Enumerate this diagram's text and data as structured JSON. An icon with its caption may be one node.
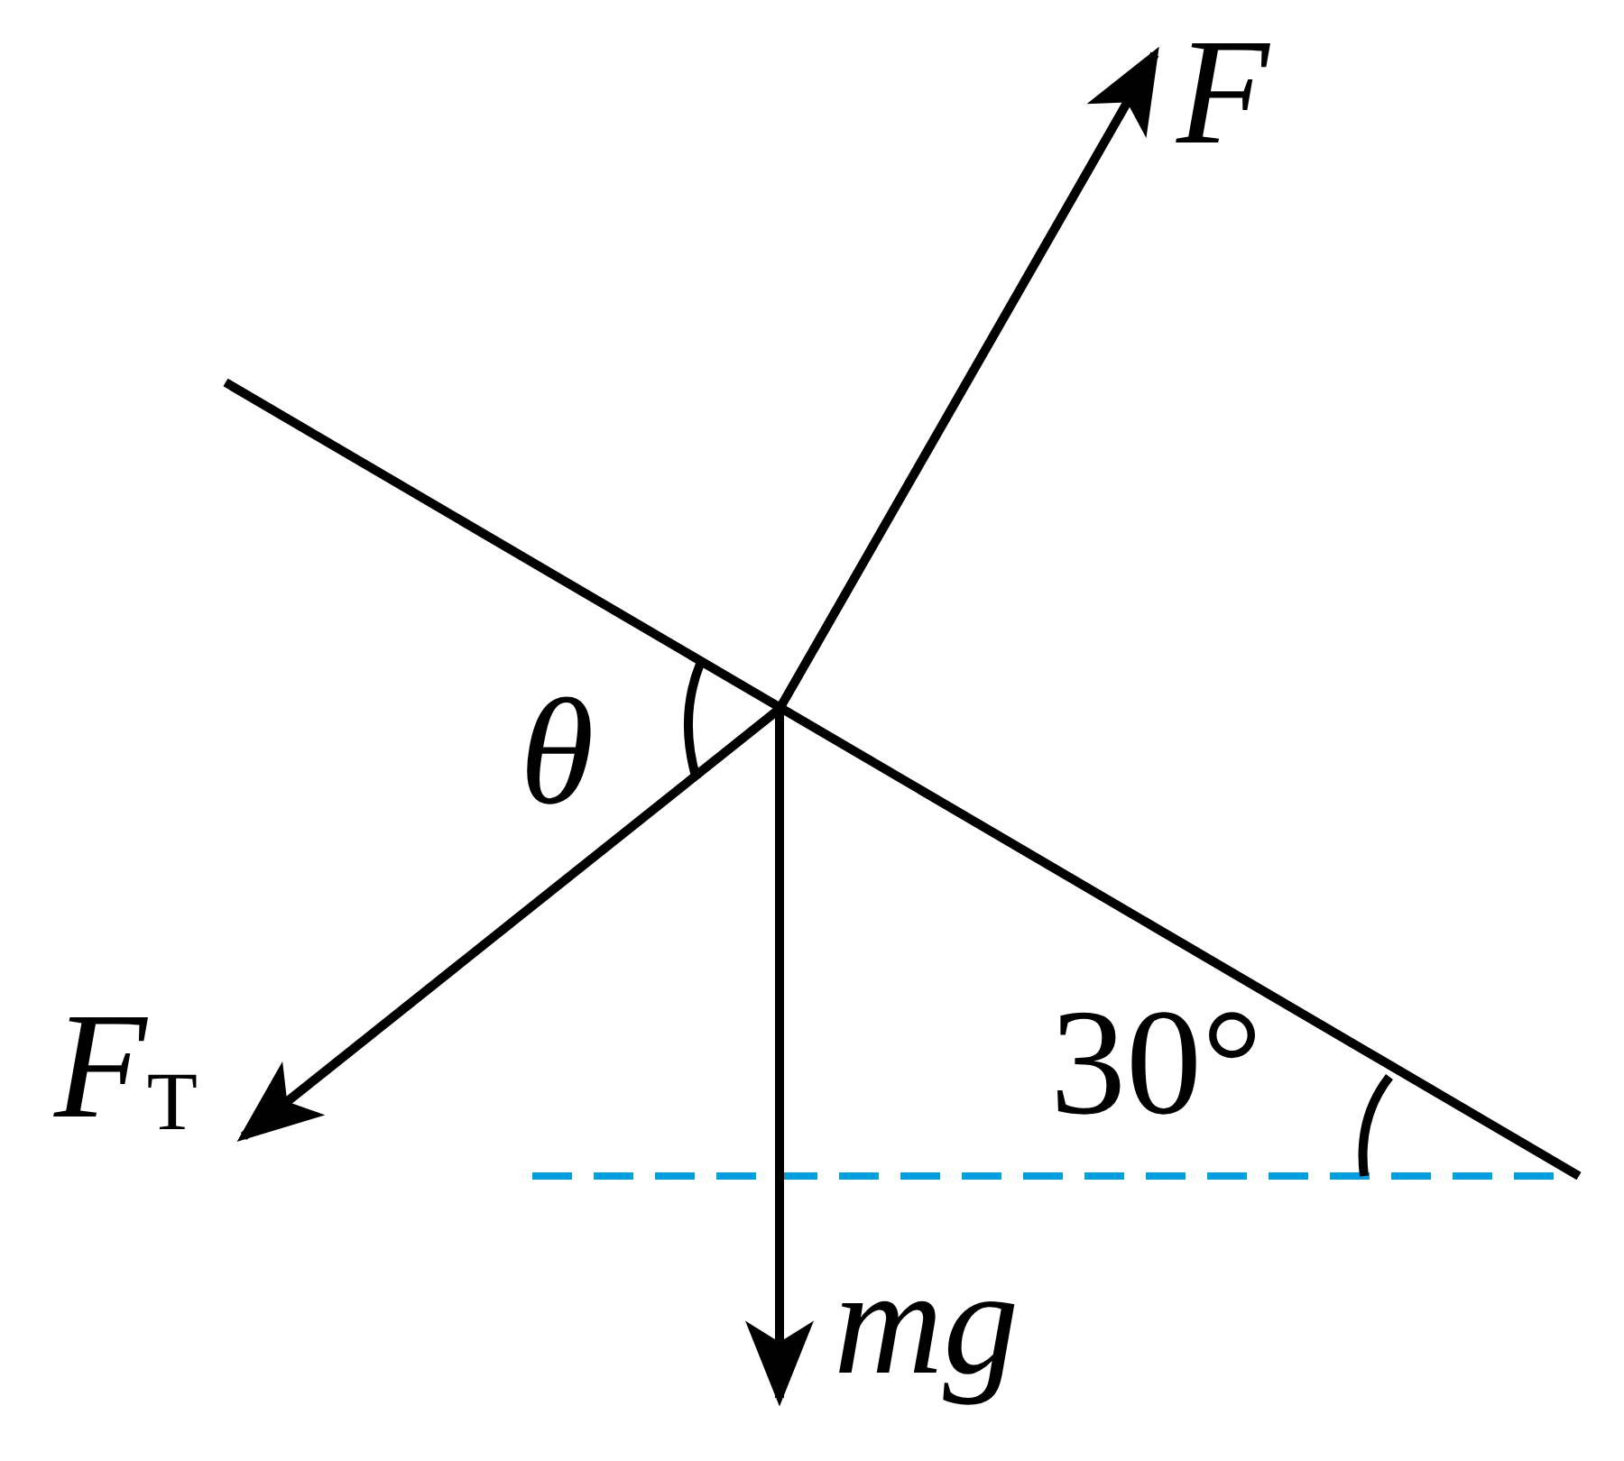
{
  "diagram": {
    "labels": [
      "*F*",
      "θ",
      "*F*$_{T}$",
      "30°",
      "*mg*"
    ]
  }
}
